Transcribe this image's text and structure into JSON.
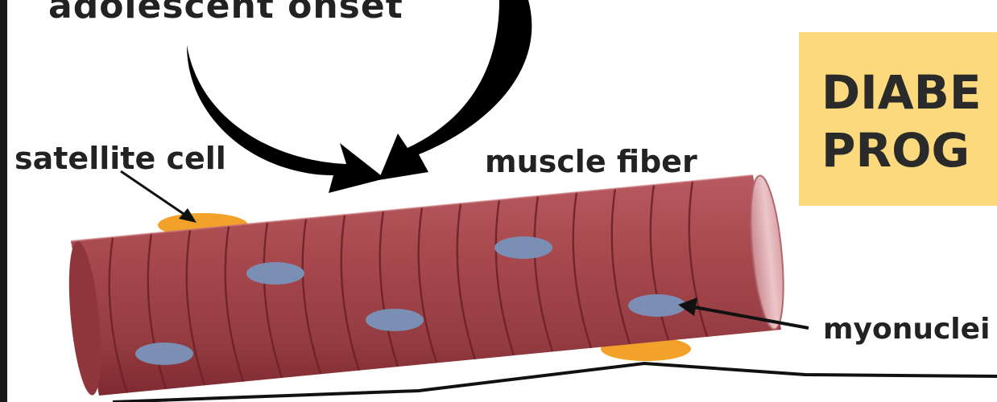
{
  "labels": {
    "top_text": "adolescent onset",
    "satellite_cell": "satellite cell",
    "muscle_fiber": "muscle fiber",
    "myonuclei": "myonuclei"
  },
  "title_box": {
    "line1": "DIABE",
    "line2": "PROG"
  },
  "colors": {
    "fiber_body": "#a8494e",
    "fiber_dark": "#7e2a30",
    "fiber_end": "#e2b6ba",
    "striation": "#6e2228",
    "nucleus": "#7a8fb3",
    "satellite_cell": "#f2a22a",
    "title_box": "#fbd97c",
    "arrow": "#000000",
    "text": "#222222"
  }
}
